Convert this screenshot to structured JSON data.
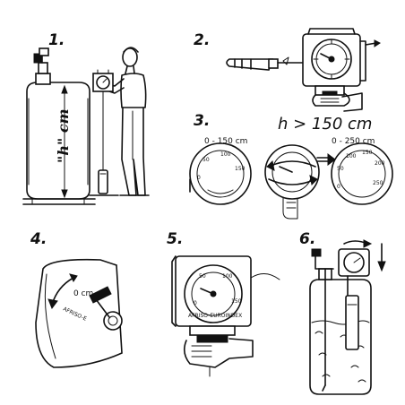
{
  "steps": [
    {
      "number": "1."
    },
    {
      "number": "2."
    },
    {
      "number": "3."
    },
    {
      "number": "4."
    },
    {
      "number": "5."
    },
    {
      "number": "6."
    }
  ],
  "panel1": {
    "height_label": "\"h\" cm"
  },
  "panel3": {
    "condition": "h > 150 cm",
    "left_range": "0 - 150 cm",
    "right_range": "0 - 250 cm",
    "left_ticks": [
      "0",
      "50",
      "100",
      "150"
    ],
    "right_ticks": [
      "0",
      "50",
      "100",
      "150",
      "200",
      "250"
    ]
  },
  "panel4": {
    "zero_label": "0 cm",
    "brand": "AFRISO-E"
  },
  "panel5": {
    "ticks": [
      "0",
      "50",
      "100",
      "150"
    ],
    "brand": "AFRISO-EUROINDEX"
  }
}
